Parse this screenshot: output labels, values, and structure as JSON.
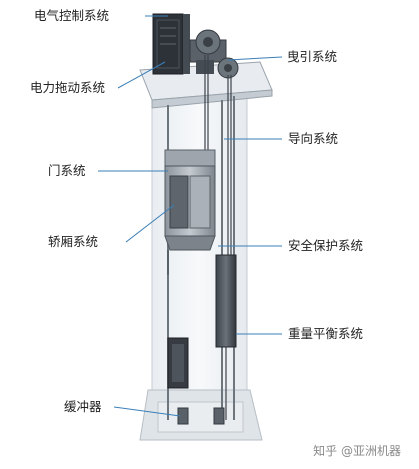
{
  "labels": {
    "electrical_control": "电气控制系统",
    "traction_drive": "电力拖动系统",
    "traction": "曳引系统",
    "guide": "导向系统",
    "door": "门系统",
    "car": "轿厢系统",
    "safety": "安全保护系统",
    "counterweight": "重量平衡系统",
    "buffer": "缓冲器"
  },
  "watermark": "知乎 @亚洲机器"
}
